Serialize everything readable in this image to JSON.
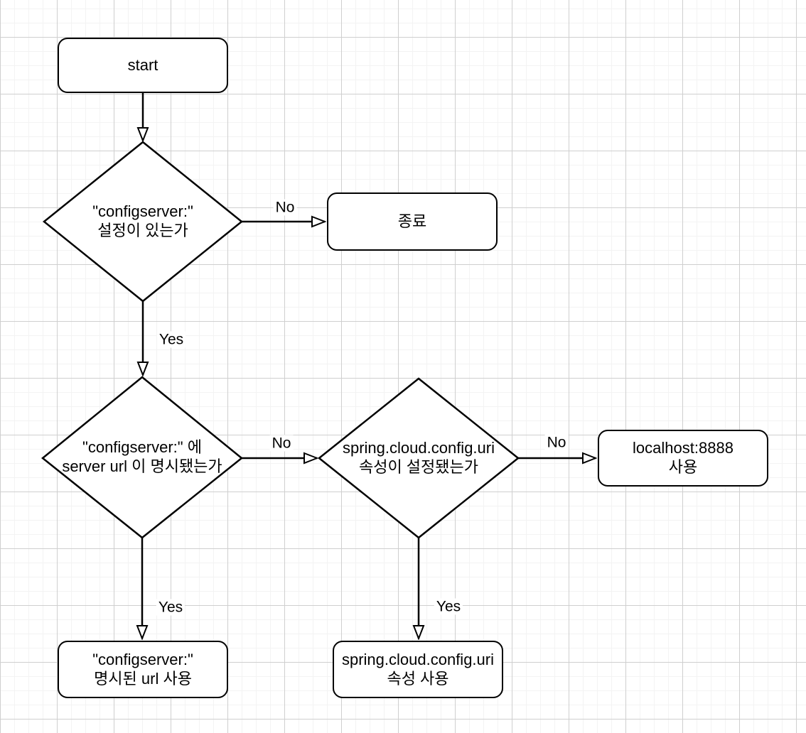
{
  "canvas": {
    "background_color": "#ffffff",
    "grid_minor_color": "#f3f3f3",
    "grid_major_color": "#cfcfcf",
    "shape_stroke_color": "#000000",
    "shape_fill_color": "#ffffff",
    "text_color": "#000000"
  },
  "nodes": {
    "start": {
      "label": "start"
    },
    "check_configserver": {
      "label": "\"configserver:\"\n설정이 있는가"
    },
    "terminate": {
      "label": "종료"
    },
    "check_server_url": {
      "label": "\"configserver:\" 에\nserver url 이 명시됐는가"
    },
    "check_spring_uri": {
      "label": "spring.cloud.config.uri\n속성이 설정됐는가"
    },
    "use_localhost": {
      "label": "localhost:8888\n사용"
    },
    "use_specified_url": {
      "label": "\"configserver:\"\n명시된 url 사용"
    },
    "use_spring_uri_prop": {
      "label": "spring.cloud.config.uri\n속성 사용"
    }
  },
  "edges": {
    "check_to_terminate": {
      "label": "No"
    },
    "check_to_server_url": {
      "label": "Yes"
    },
    "server_url_to_spring_uri": {
      "label": "No"
    },
    "spring_uri_to_localhost": {
      "label": "No"
    },
    "server_url_to_specified": {
      "label": "Yes"
    },
    "spring_uri_to_prop_use": {
      "label": "Yes"
    }
  }
}
